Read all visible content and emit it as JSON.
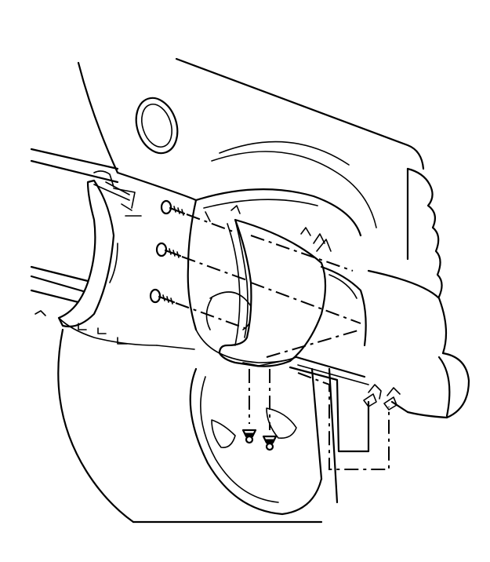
{
  "figure": {
    "kind": "line-art",
    "colors": {
      "line": "#000000",
      "background": "#ffffff"
    },
    "parts": {
      "steering_column": "steering-column",
      "upper_cover": "upper-column-cover",
      "lower_cover": "lower-column-cover",
      "screws": "cover-screws",
      "retaining_clips": "retaining-clips",
      "push_pins": "push-pins",
      "steering_wheel": "steering-wheel",
      "dash_panel": "instrument-panel"
    },
    "fastener_counts": {
      "screws": 3,
      "push_pins": 2,
      "clips": 2
    }
  }
}
